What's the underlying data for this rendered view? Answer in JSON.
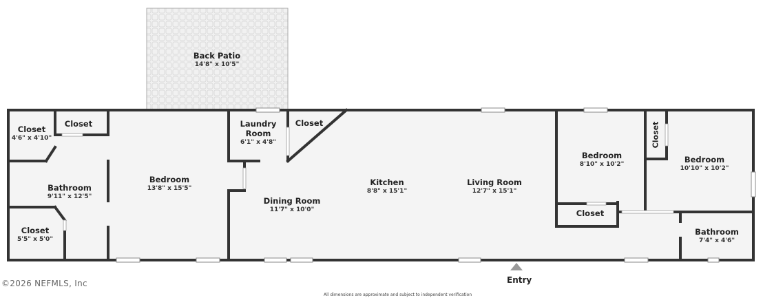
{
  "rooms": {
    "back_patio": {
      "name": "Back Patio",
      "dims": "14'8\" x 10'5\""
    },
    "closet_tl": {
      "name": "Closet",
      "dims": "4'6\" x 4'10\""
    },
    "closet_top": {
      "name": "Closet"
    },
    "bathroom_left": {
      "name": "Bathroom",
      "dims": "9'11\" x 12'5\""
    },
    "closet_bl": {
      "name": "Closet",
      "dims": "5'5\" x 5'0\""
    },
    "bedroom_left": {
      "name": "Bedroom",
      "dims": "13'8\" x 15'5\""
    },
    "laundry": {
      "name": "Laundry\nRoom",
      "dims": "6'1\" x 4'8\""
    },
    "closet_mid": {
      "name": "Closet"
    },
    "dining": {
      "name": "Dining Room",
      "dims": "11'7\" x 10'0\""
    },
    "kitchen": {
      "name": "Kitchen",
      "dims": "8'8\" x 15'1\""
    },
    "living": {
      "name": "Living Room",
      "dims": "12'7\" x 15'1\""
    },
    "bedroom_mid": {
      "name": "Bedroom",
      "dims": "8'10\" x 10'2\""
    },
    "closet_vertical": {
      "name": "Closet"
    },
    "bedroom_right": {
      "name": "Bedroom",
      "dims": "10'10\" x 10'2\""
    },
    "closet_right": {
      "name": "Closet"
    },
    "bathroom_right": {
      "name": "Bathroom",
      "dims": "7'4\" x 4'6\""
    }
  },
  "entry": "Entry",
  "copyright": "©2026 NEFMLS, Inc",
  "disclaimer": "All dimensions are approximate and subject to independent verification",
  "colors": {
    "wall": "#333333",
    "floor": "#f4f4f4",
    "patio": "#efefef",
    "window": "#c9c9c9",
    "entry_marker": "#999999"
  }
}
